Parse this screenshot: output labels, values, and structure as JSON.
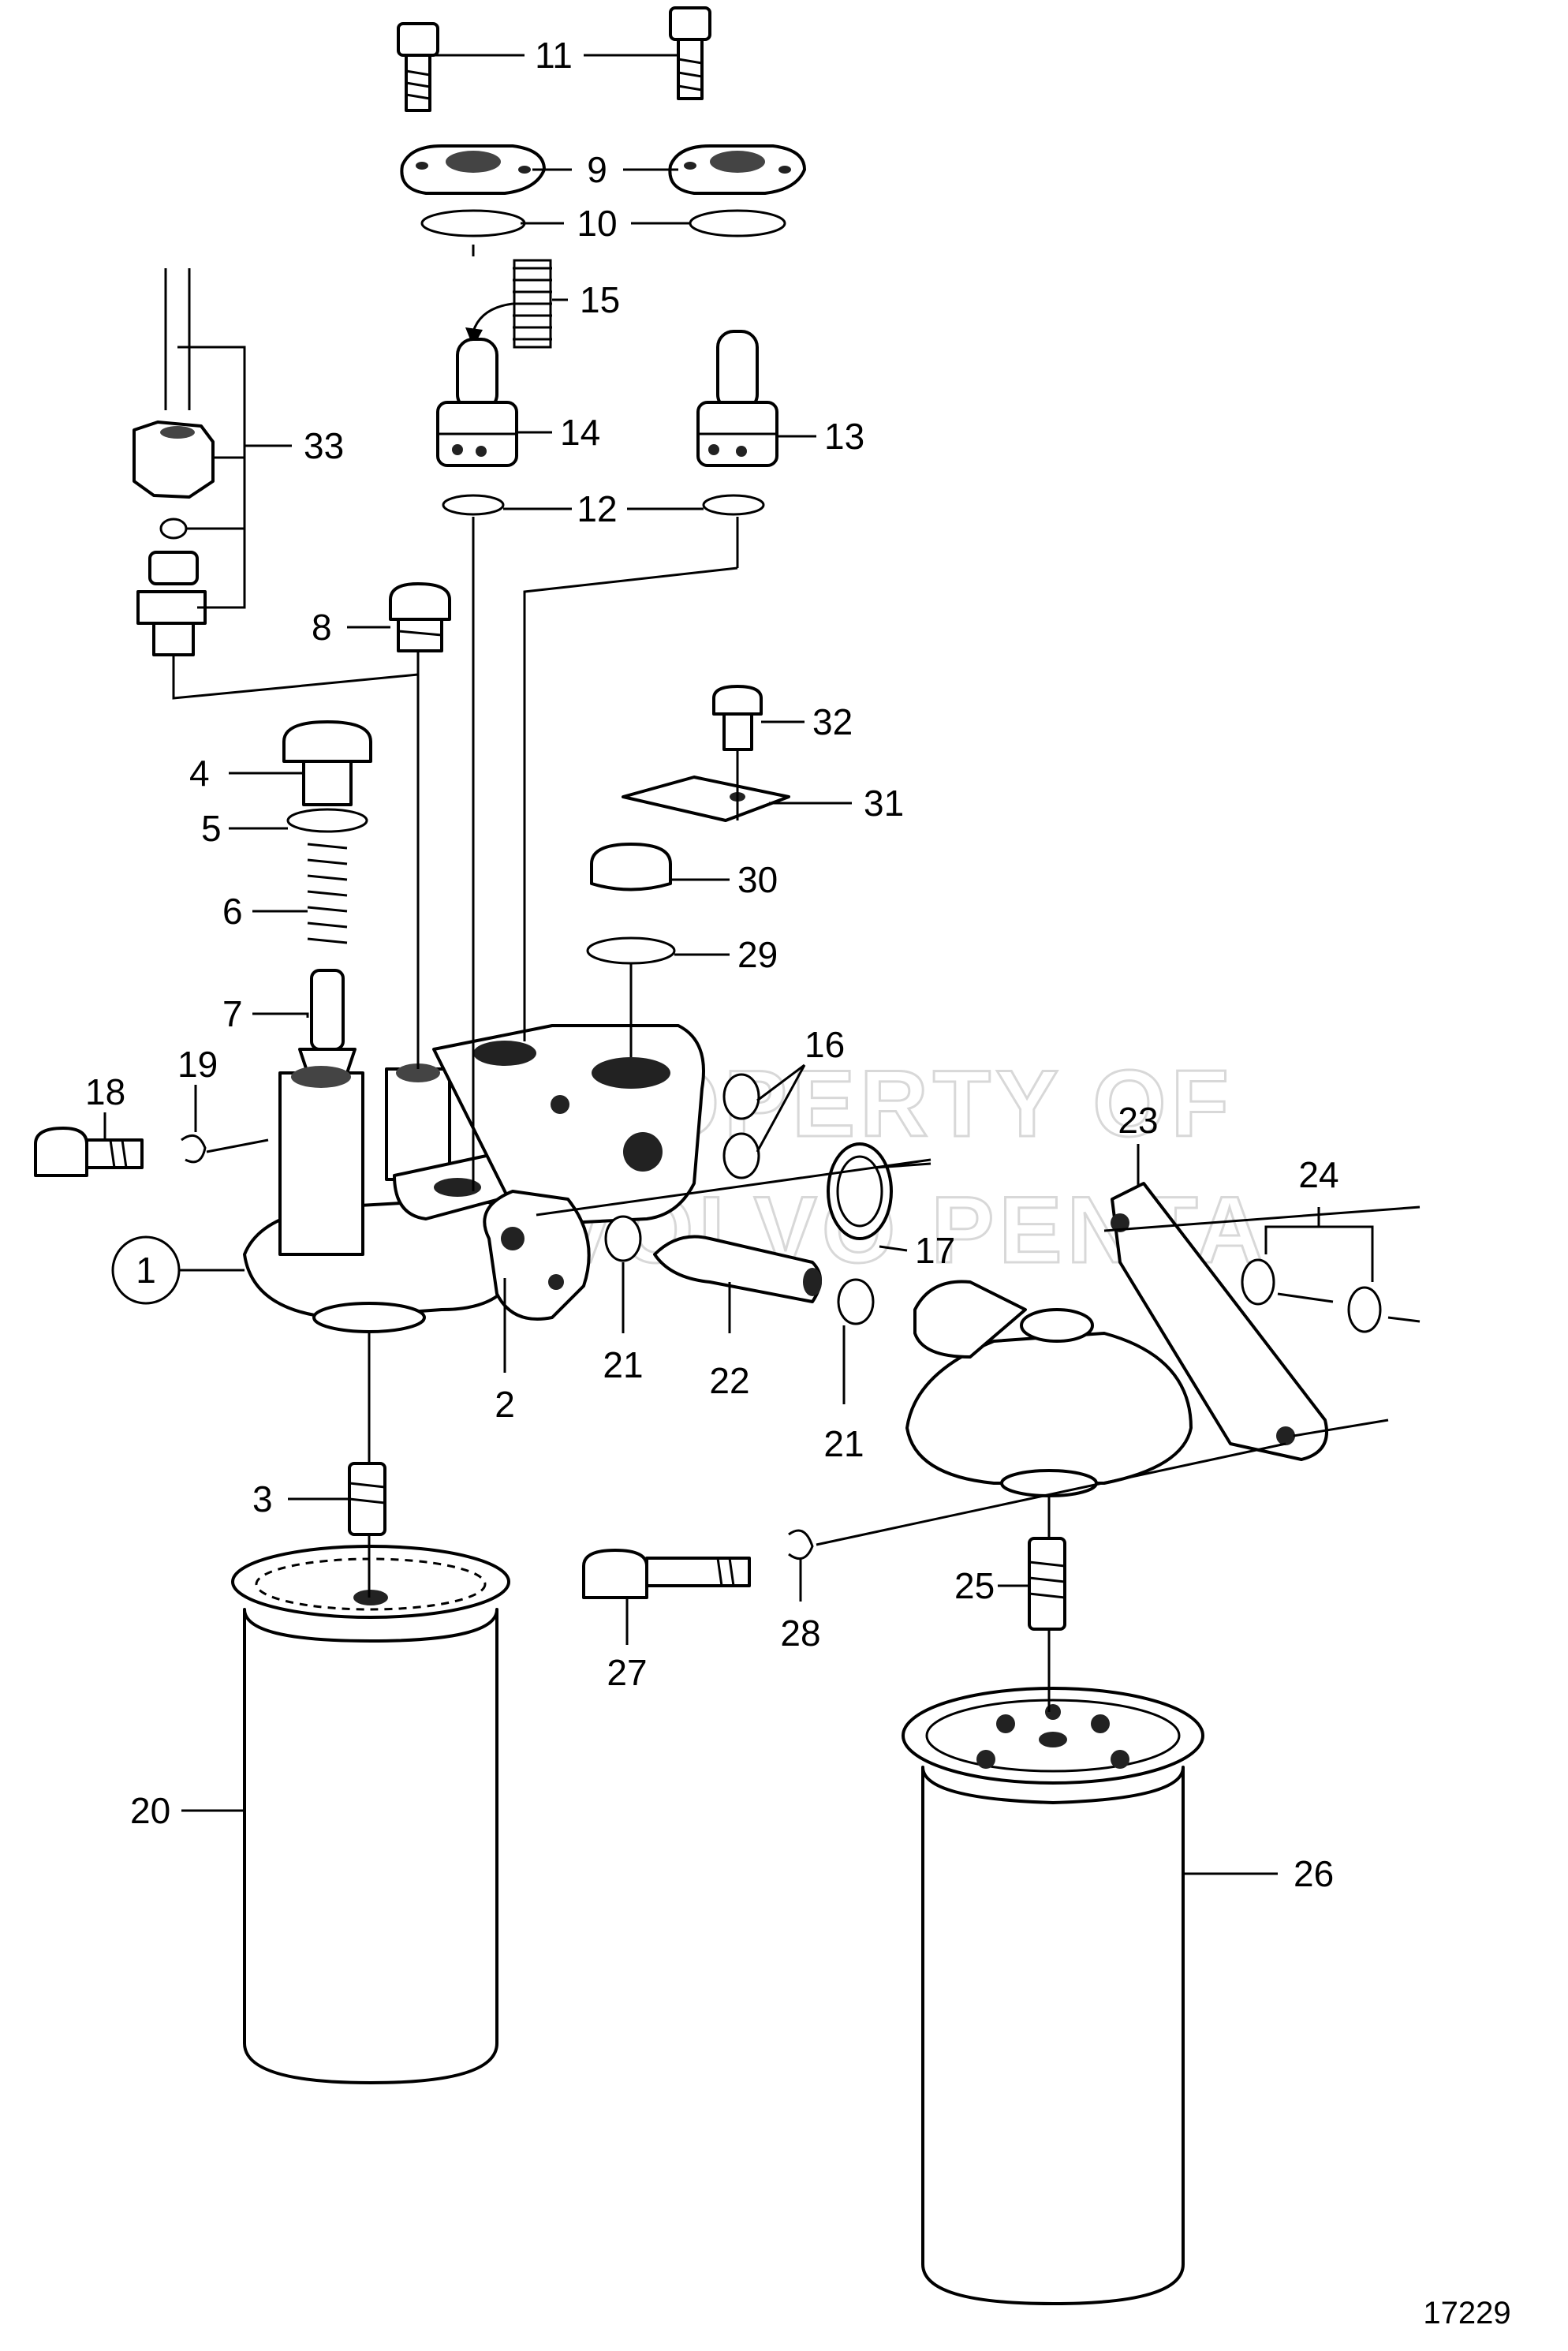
{
  "diagram": {
    "figure_number": "17229",
    "watermark": [
      "PROPERTY OF",
      "VOLVO PENTA"
    ],
    "callouts": [
      {
        "id": "c1",
        "label": "1"
      },
      {
        "id": "c2",
        "label": "2"
      },
      {
        "id": "c3",
        "label": "3"
      },
      {
        "id": "c4",
        "label": "4"
      },
      {
        "id": "c5",
        "label": "5"
      },
      {
        "id": "c6",
        "label": "6"
      },
      {
        "id": "c7",
        "label": "7"
      },
      {
        "id": "c8",
        "label": "8"
      },
      {
        "id": "c9",
        "label": "9"
      },
      {
        "id": "c10",
        "label": "10"
      },
      {
        "id": "c11",
        "label": "11"
      },
      {
        "id": "c12",
        "label": "12"
      },
      {
        "id": "c13",
        "label": "13"
      },
      {
        "id": "c14",
        "label": "14"
      },
      {
        "id": "c15",
        "label": "15"
      },
      {
        "id": "c16",
        "label": "16"
      },
      {
        "id": "c17",
        "label": "17"
      },
      {
        "id": "c18",
        "label": "18"
      },
      {
        "id": "c19",
        "label": "19"
      },
      {
        "id": "c20",
        "label": "20"
      },
      {
        "id": "c21a",
        "label": "21"
      },
      {
        "id": "c21b",
        "label": "21"
      },
      {
        "id": "c22",
        "label": "22"
      },
      {
        "id": "c23",
        "label": "23"
      },
      {
        "id": "c24",
        "label": "24"
      },
      {
        "id": "c25",
        "label": "25"
      },
      {
        "id": "c26",
        "label": "26"
      },
      {
        "id": "c27",
        "label": "27"
      },
      {
        "id": "c28",
        "label": "28"
      },
      {
        "id": "c29",
        "label": "29"
      },
      {
        "id": "c30",
        "label": "30"
      },
      {
        "id": "c31",
        "label": "31"
      },
      {
        "id": "c32",
        "label": "32"
      },
      {
        "id": "c33",
        "label": "33"
      }
    ]
  }
}
